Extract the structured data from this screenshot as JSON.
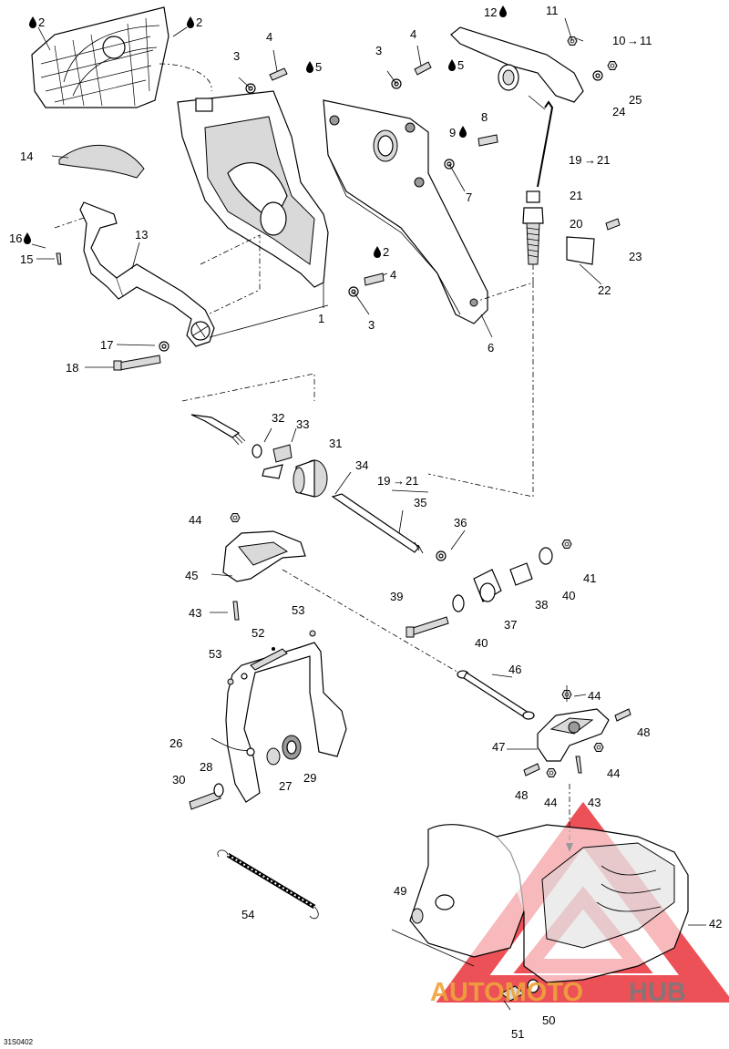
{
  "diagram_code": "31S0402",
  "labels": {
    "l1": "1",
    "l3a": "3",
    "l3b": "3",
    "l3c": "3",
    "l4a": "4",
    "l4b": "4",
    "l4c": "4",
    "l5a": "5",
    "l5b": "5",
    "l2a": "2",
    "l2b": "2",
    "l2c": "2",
    "l6": "6",
    "l7": "7",
    "l8": "8",
    "l9": "9",
    "l10": "10",
    "l10t": "11",
    "l11": "11",
    "l12": "12",
    "l13": "13",
    "l14": "14",
    "l15": "15",
    "l16": "16",
    "l17": "17",
    "l18": "18",
    "l19a": "19",
    "l19at": "21",
    "l19b": "19",
    "l19bt": "21",
    "l20": "20",
    "l21": "21",
    "l22": "22",
    "l23": "23",
    "l24": "24",
    "l25": "25",
    "l26": "26",
    "l27": "27",
    "l28": "28",
    "l29": "29",
    "l30": "30",
    "l31": "31",
    "l32": "32",
    "l33": "33",
    "l34": "34",
    "l35": "35",
    "l36": "36",
    "l37": "37",
    "l38": "38",
    "l39": "39",
    "l40a": "40",
    "l40b": "40",
    "l41": "41",
    "l42": "42",
    "l43a": "43",
    "l43b": "43",
    "l44a": "44",
    "l44b": "44",
    "l44c": "44",
    "l44d": "44",
    "l45": "45",
    "l46": "46",
    "l47": "47",
    "l48a": "48",
    "l48b": "48",
    "l49": "49",
    "l50": "50",
    "l51": "51",
    "l52": "52",
    "l53a": "53",
    "l53b": "53",
    "l54": "54"
  },
  "symbols": {
    "arrow": "→",
    "drop": "drop-icon"
  },
  "watermark": {
    "part1": "AUTOMOTO",
    "part2": "HUB",
    "color_red": "#e8333a",
    "color_orange": "#f0a33c",
    "color_gray": "#7a7a7a"
  }
}
